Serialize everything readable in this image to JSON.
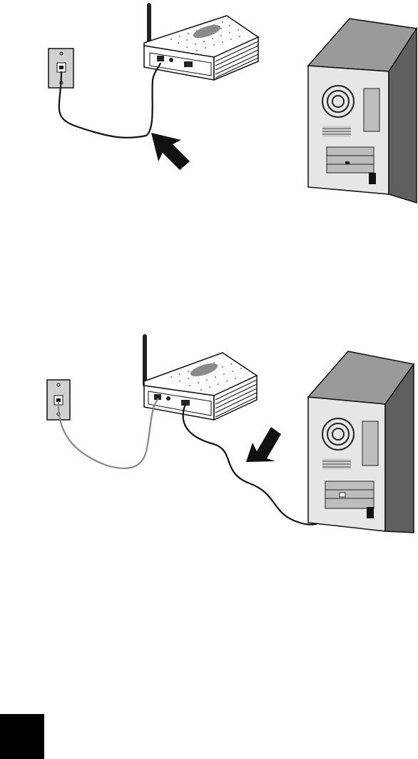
{
  "figures": [
    {
      "id": "fig1",
      "step": "connect-phone-line"
    },
    {
      "id": "fig2",
      "step": "connect-computer"
    }
  ],
  "colors": {
    "line": "#111111",
    "wall_plate": "#cfcfcf",
    "pc_light": "#f2f2f2",
    "pc_dark": "#6e6e6e",
    "modem_body": "#ffffff",
    "modem_badge": "#8a8a8a",
    "inactive_cable": "#888888",
    "page_tab": "#000000"
  },
  "icons": [
    "wall-jack-icon",
    "wireless-modem-icon",
    "desktop-computer-icon",
    "arrow-icon"
  ],
  "page_tab": {
    "text": ""
  }
}
